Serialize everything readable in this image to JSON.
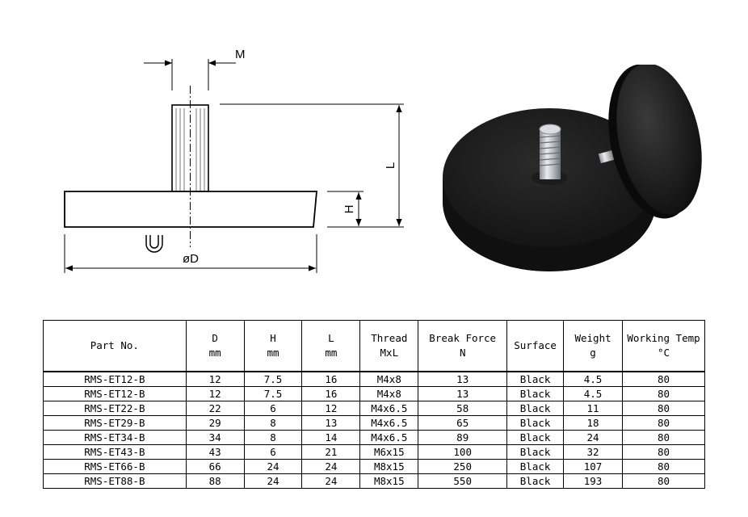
{
  "diagram": {
    "labels": {
      "m": "M",
      "l": "L",
      "h": "H",
      "d": "øD"
    }
  },
  "table": {
    "headers": [
      {
        "name": "Part No.",
        "unit": ""
      },
      {
        "name": "D",
        "unit": "mm"
      },
      {
        "name": "H",
        "unit": "mm"
      },
      {
        "name": "L",
        "unit": "mm"
      },
      {
        "name": "Thread",
        "unit": "MxL"
      },
      {
        "name": "Break Force",
        "unit": "N"
      },
      {
        "name": "Surface",
        "unit": ""
      },
      {
        "name": "Weight",
        "unit": "g"
      },
      {
        "name": "Working Temp",
        "unit": "°C"
      }
    ],
    "rows": [
      [
        "RMS-ET12-B",
        "12",
        "7.5",
        "16",
        "M4x8",
        "13",
        "Black",
        "4.5",
        "80"
      ],
      [
        "RMS-ET12-B",
        "12",
        "7.5",
        "16",
        "M4x8",
        "13",
        "Black",
        "4.5",
        "80"
      ],
      [
        "RMS-ET22-B",
        "22",
        "6",
        "12",
        "M4x6.5",
        "58",
        "Black",
        "11",
        "80"
      ],
      [
        "RMS-ET29-B",
        "29",
        "8",
        "13",
        "M4x6.5",
        "65",
        "Black",
        "18",
        "80"
      ],
      [
        "RMS-ET34-B",
        "34",
        "8",
        "14",
        "M4x6.5",
        "89",
        "Black",
        "24",
        "80"
      ],
      [
        "RMS-ET43-B",
        "43",
        "6",
        "21",
        "M6x15",
        "100",
        "Black",
        "32",
        "80"
      ],
      [
        "RMS-ET66-B",
        "66",
        "24",
        "24",
        "M8x15",
        "250",
        "Black",
        "107",
        "80"
      ],
      [
        "RMS-ET88-B",
        "88",
        "24",
        "24",
        "M8x15",
        "550",
        "Black",
        "193",
        "80"
      ]
    ]
  }
}
